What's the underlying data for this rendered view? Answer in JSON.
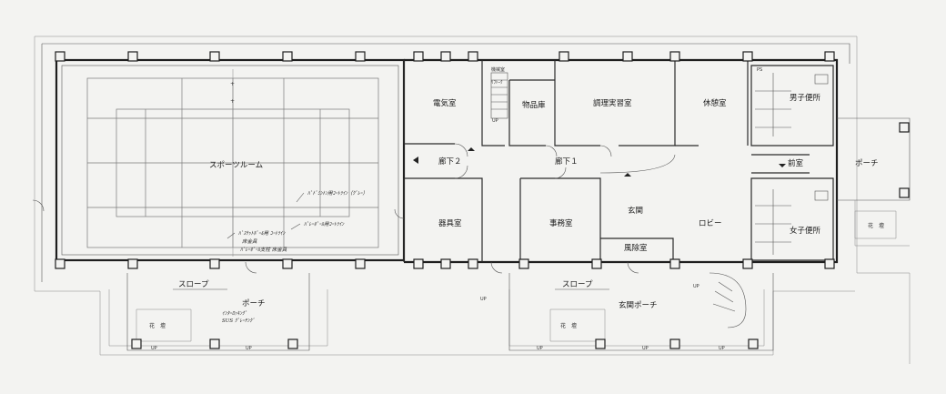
{
  "rooms": {
    "sports_room": "スポーツルーム",
    "electrical_room": "電気室",
    "storage": "物品庫",
    "cooking_room": "調理実習室",
    "lounge": "休憩室",
    "mens_toilet": "男子便所",
    "womens_toilet": "女子便所",
    "anteroom": "前室",
    "porch_east": "ポーチ",
    "corridor_2": "廊下２",
    "corridor_1": "廊下１",
    "equipment_room": "器具室",
    "office": "事務室",
    "entrance": "玄関",
    "lobby": "ロビー",
    "windbreak_room": "風除室",
    "entrance_porch": "玄関ポーチ",
    "porch_south": "ポーチ",
    "slope_west": "スロープ",
    "slope_east": "スロープ",
    "flower_bed_west": "花　壇",
    "flower_bed_east": "花　壇",
    "flower_bed_ne": "花　壇"
  },
  "marks": {
    "up": "UP",
    "ps": "PS"
  },
  "notes": {
    "stair_label": "機械室",
    "stair_sub": "ﾘﾌﾄｰｸ",
    "note_badminton": "ﾊﾞﾄﾞﾐﾝﾄﾝ用ｺｰﾄﾗｲﾝ（ｸﾞﾚｰ）",
    "note_volleyball": "ﾊﾞﾚｰﾎﾞｰﾙ用ｺｰﾄﾗｲﾝ",
    "note_basketball": "ﾊﾞｽｹｯﾄﾎﾞｰﾙ用 ｺｰﾄﾗｲﾝ",
    "note_mat": "ﾊﾞﾚｰﾎﾞｰﾙ支柱 床金具",
    "note_fixture": "床金具",
    "note_porch_1": "ｲﾝﾀｰﾛｯｷﾝｸﾞ",
    "note_porch_2": "SUS ｸﾞﾚｰﾁﾝｸﾞ"
  }
}
